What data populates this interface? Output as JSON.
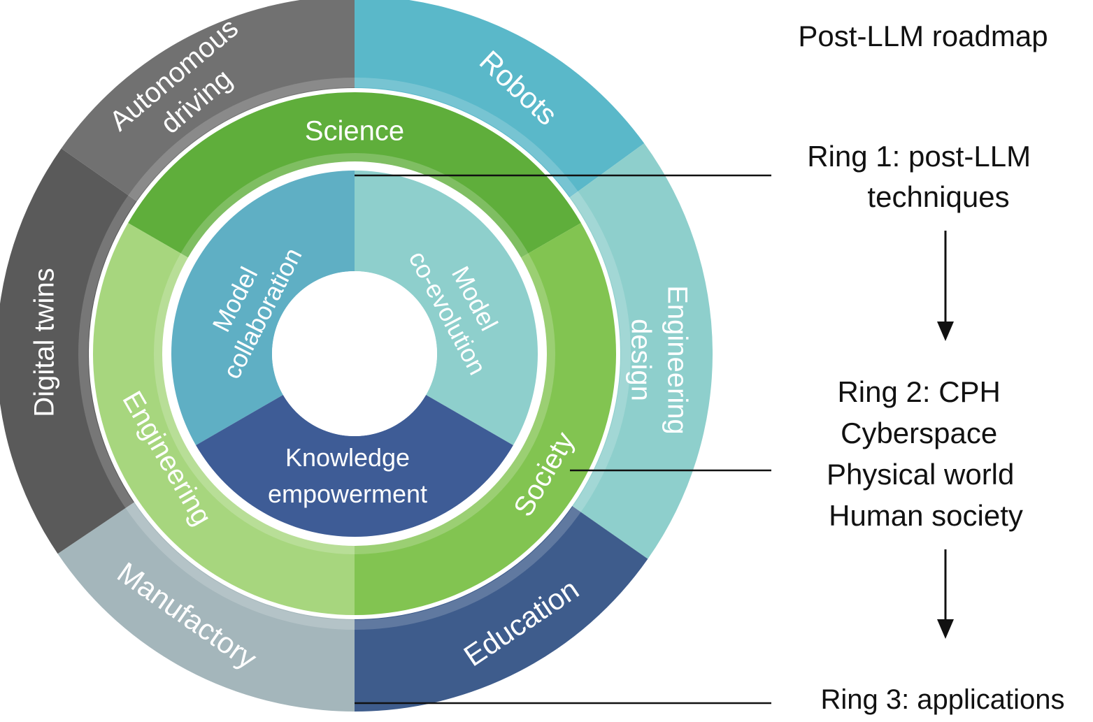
{
  "title": "Post-LLM roadmap",
  "legend": {
    "ring1": [
      "Ring 1: post-LLM",
      "techniques"
    ],
    "ring2": [
      "Ring 2: CPH",
      "Cyberspace",
      "Physical world",
      "Human society"
    ],
    "ring3": [
      "Ring 3: applications"
    ]
  },
  "ring1": [
    {
      "id": "model-collaboration",
      "lines": [
        "Model",
        "collaboration"
      ],
      "color": "#5fafc4"
    },
    {
      "id": "model-co-evolution",
      "lines": [
        "Model",
        "co-evolution"
      ],
      "color": "#8ecfcc"
    },
    {
      "id": "knowledge-empowerment",
      "lines": [
        "Knowledge",
        "empowerment"
      ],
      "color": "#3e5c96"
    }
  ],
  "ring2": [
    {
      "id": "science",
      "label": "Science",
      "color": "#5fae3b"
    },
    {
      "id": "society",
      "label": "Society",
      "color": "#82c451"
    },
    {
      "id": "engineering",
      "label": "Engineering",
      "color": "#a7d67e"
    }
  ],
  "ring3": [
    {
      "id": "robots",
      "label": "Robots",
      "color": "#5ab8c9"
    },
    {
      "id": "engineering-design",
      "lines": [
        "Engineering",
        "design"
      ],
      "color": "#8ecfcc"
    },
    {
      "id": "education",
      "label": "Education",
      "color": "#3e5c8c"
    },
    {
      "id": "manufactory",
      "label": "Manufactory",
      "color": "#a4b6bb"
    },
    {
      "id": "digital-twins",
      "label": "Digital twins",
      "color": "#5a5a5a"
    },
    {
      "id": "autonomous-driving",
      "lines": [
        "Autonomous",
        "driving"
      ],
      "color": "#717171"
    }
  ]
}
